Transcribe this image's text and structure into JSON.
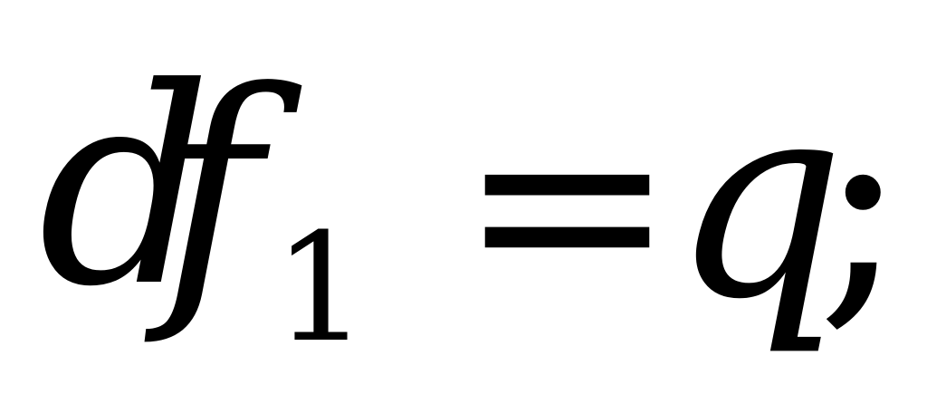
{
  "formula": {
    "variable_d": "d",
    "variable_f": "f",
    "subscript": "1",
    "operator": "=",
    "variable_q": "q",
    "terminator": ";"
  },
  "colors": {
    "background": "#ffffff",
    "text": "#000000"
  }
}
